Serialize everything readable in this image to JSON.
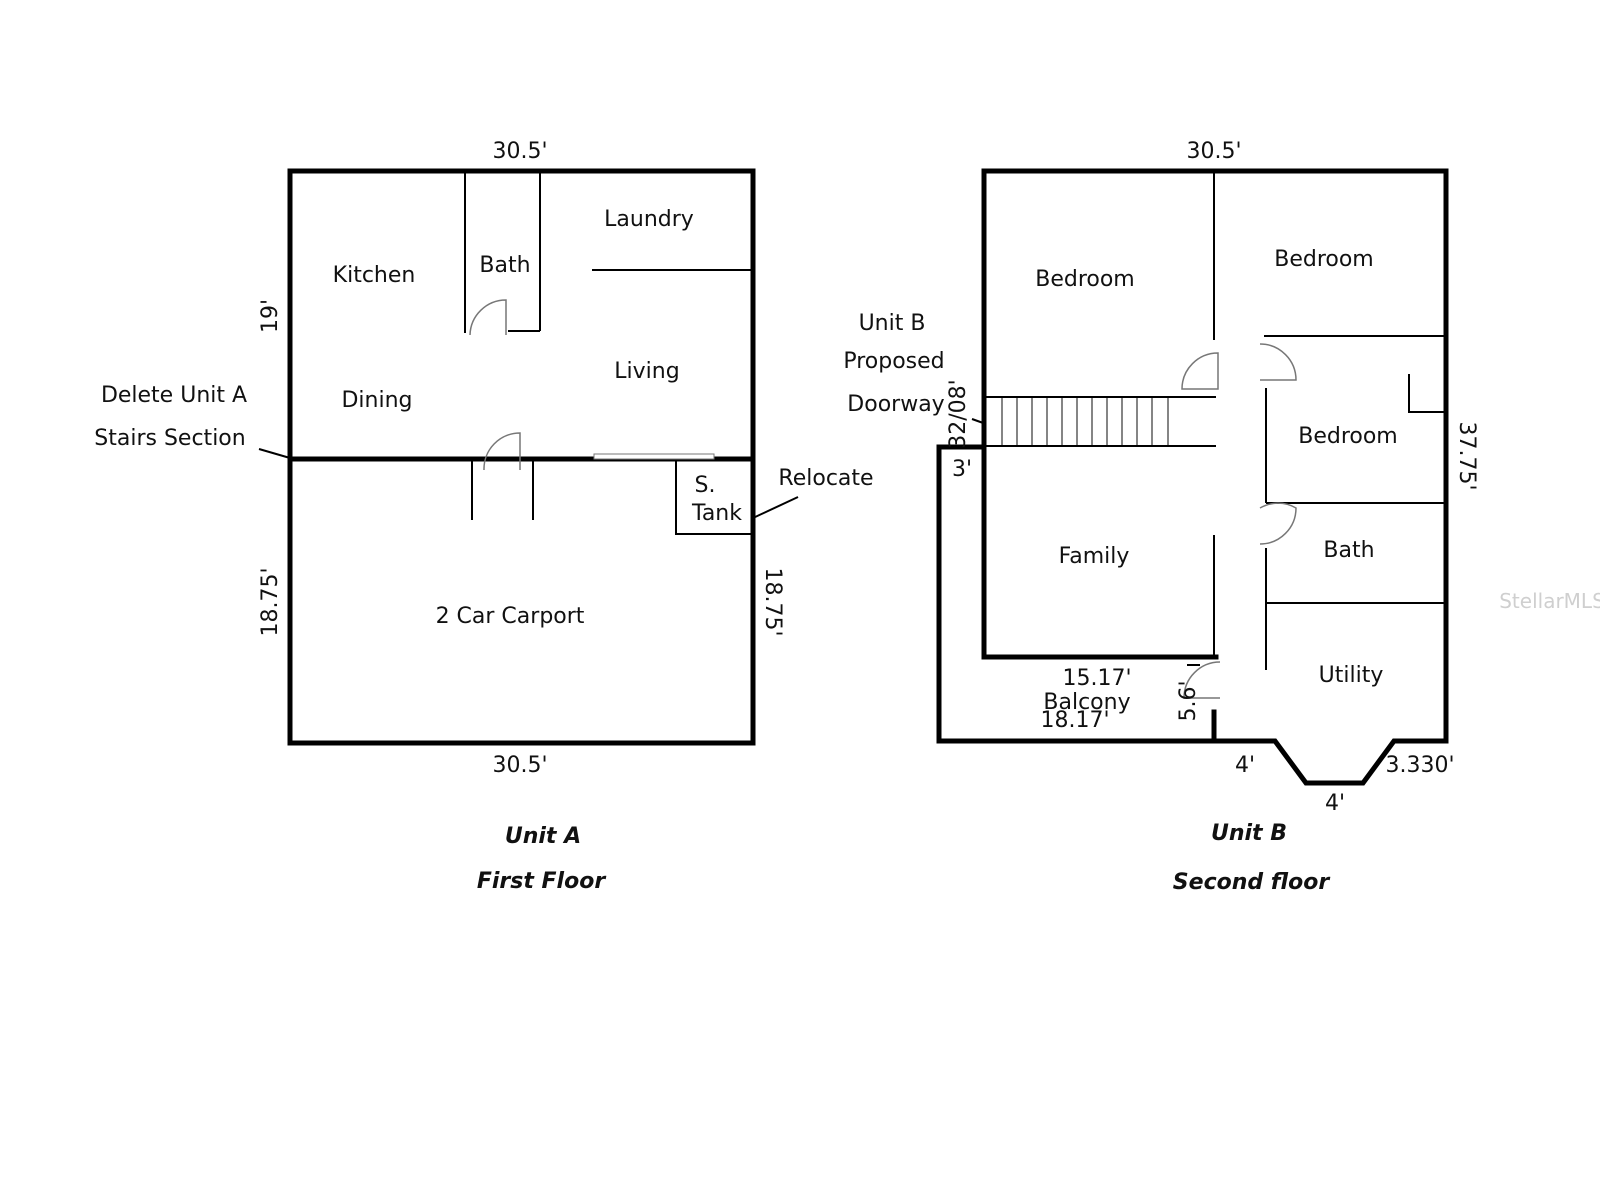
{
  "unit_a": {
    "dims": {
      "top": "30.5'",
      "bottom": "30.5'",
      "left_upper": "19'",
      "left_lower": "18.75'",
      "right_lower": "18.75'"
    },
    "rooms": {
      "kitchen": "Kitchen",
      "bath": "Bath",
      "laundry": "Laundry",
      "dining": "Dining",
      "living": "Living",
      "tank_line1": "S.",
      "tank_line2": "Tank",
      "carport": "2 Car Carport"
    },
    "notes": {
      "delete_line1": "Delete Unit A",
      "delete_line2": "Stairs Section",
      "relocate": "Relocate"
    },
    "caption": {
      "unit": "Unit A",
      "floor": "First Floor"
    }
  },
  "unit_b": {
    "dims": {
      "top": "30.5'",
      "right": "37.75'",
      "stair": "32/08'",
      "three": "3'",
      "family_bottom": "15.17'",
      "balcony_len": "18.17'",
      "balcony_side": "5.6'",
      "bay_left": "4'",
      "bay_bottom": "4'",
      "bay_right": "3.330'"
    },
    "rooms": {
      "bedroom1": "Bedroom",
      "bedroom2": "Bedroom",
      "bedroom3": "Bedroom",
      "family": "Family",
      "bath": "Bath",
      "utility": "Utility",
      "balcony": "Balcony"
    },
    "notes": {
      "proposed_line1": "Unit B",
      "proposed_line2": "Proposed",
      "proposed_line3": "Doorway"
    },
    "caption": {
      "unit": "Unit B",
      "floor": "Second floor"
    }
  },
  "watermark": "StellarMLS"
}
